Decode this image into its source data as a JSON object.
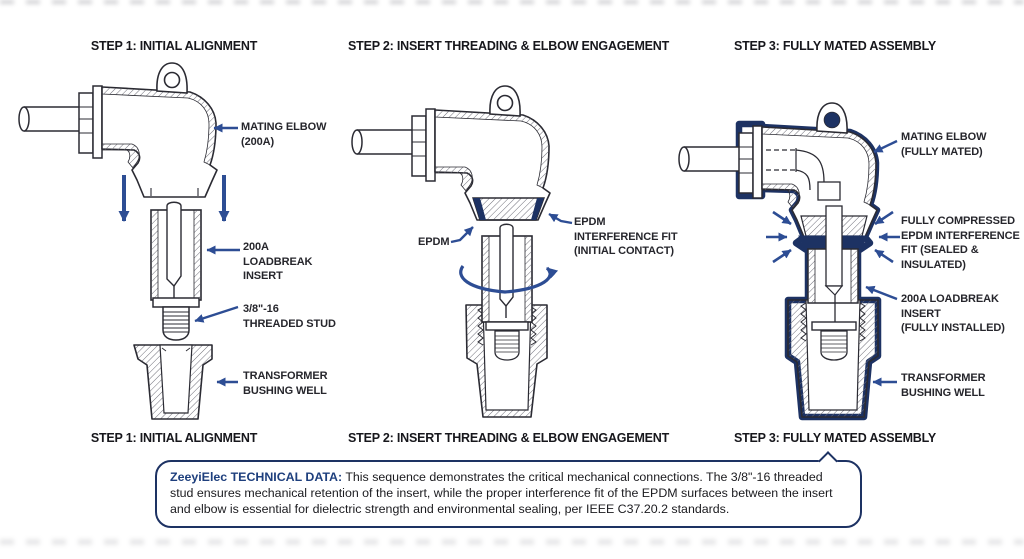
{
  "colors": {
    "background": "#ffffff",
    "line_art": "#2b2b33",
    "arrow_blue": "#2d4d94",
    "deep_navy": "#1d3263",
    "brand_blue": "#1e3f7d",
    "hatch_gray": "#70707a",
    "text": "#17171c"
  },
  "panels": [
    {
      "title": "STEP 1: INITIAL ALIGNMENT",
      "caption": "STEP 1: INITIAL ALIGNMENT",
      "labels": [
        {
          "name": "mating-elbow",
          "lines": [
            "MATING ELBOW",
            "(200A)"
          ]
        },
        {
          "name": "loadbreak-insert",
          "lines": [
            "200A",
            "LOADBREAK",
            "INSERT"
          ]
        },
        {
          "name": "threaded-stud",
          "lines": [
            "3/8\"-16",
            "THREADED STUD"
          ]
        },
        {
          "name": "bushing-well",
          "lines": [
            "TRANSFORMER",
            "BUSHING WELL"
          ]
        }
      ]
    },
    {
      "title": "STEP 2: INSERT THREADING & ELBOW ENGAGEMENT",
      "caption": "STEP 2: INSERT THREADING & ELBOW ENGAGEMENT",
      "labels": [
        {
          "name": "epdm",
          "lines": [
            "EPDM"
          ]
        },
        {
          "name": "epdm-interference-fit",
          "lines": [
            "EPDM",
            "INTERFERENCE FIT",
            "(INITIAL CONTACT)"
          ]
        }
      ]
    },
    {
      "title": "STEP 3: FULLY MATED ASSEMBLY",
      "caption": "STEP 3: FULLY MATED ASSEMBLY",
      "labels": [
        {
          "name": "mating-elbow-mated",
          "lines": [
            "MATING ELBOW",
            "(FULLY MATED)"
          ]
        },
        {
          "name": "compressed-epdm",
          "lines": [
            "FULLY COMPRESSED",
            "EPDM INTERFERENCE",
            "FIT (SEALED &",
            "INSULATED)"
          ]
        },
        {
          "name": "insert-installed",
          "lines": [
            "200A LOADBREAK",
            "INSERT",
            "(FULLY INSTALLED)"
          ]
        },
        {
          "name": "bushing-well",
          "lines": [
            "TRANSFORMER",
            "BUSHING WELL"
          ]
        }
      ]
    }
  ],
  "note": {
    "brand_label": "ZeeyiElec TECHNICAL DATA:",
    "body": "This sequence demonstrates the critical mechanical connections. The 3/8\"-16 threaded stud ensures mechanical retention of the insert, while the proper interference fit of the EPDM surfaces between the insert and elbow is essential for dielectric strength and environmental sealing, per IEEE C37.20.2 standards."
  }
}
